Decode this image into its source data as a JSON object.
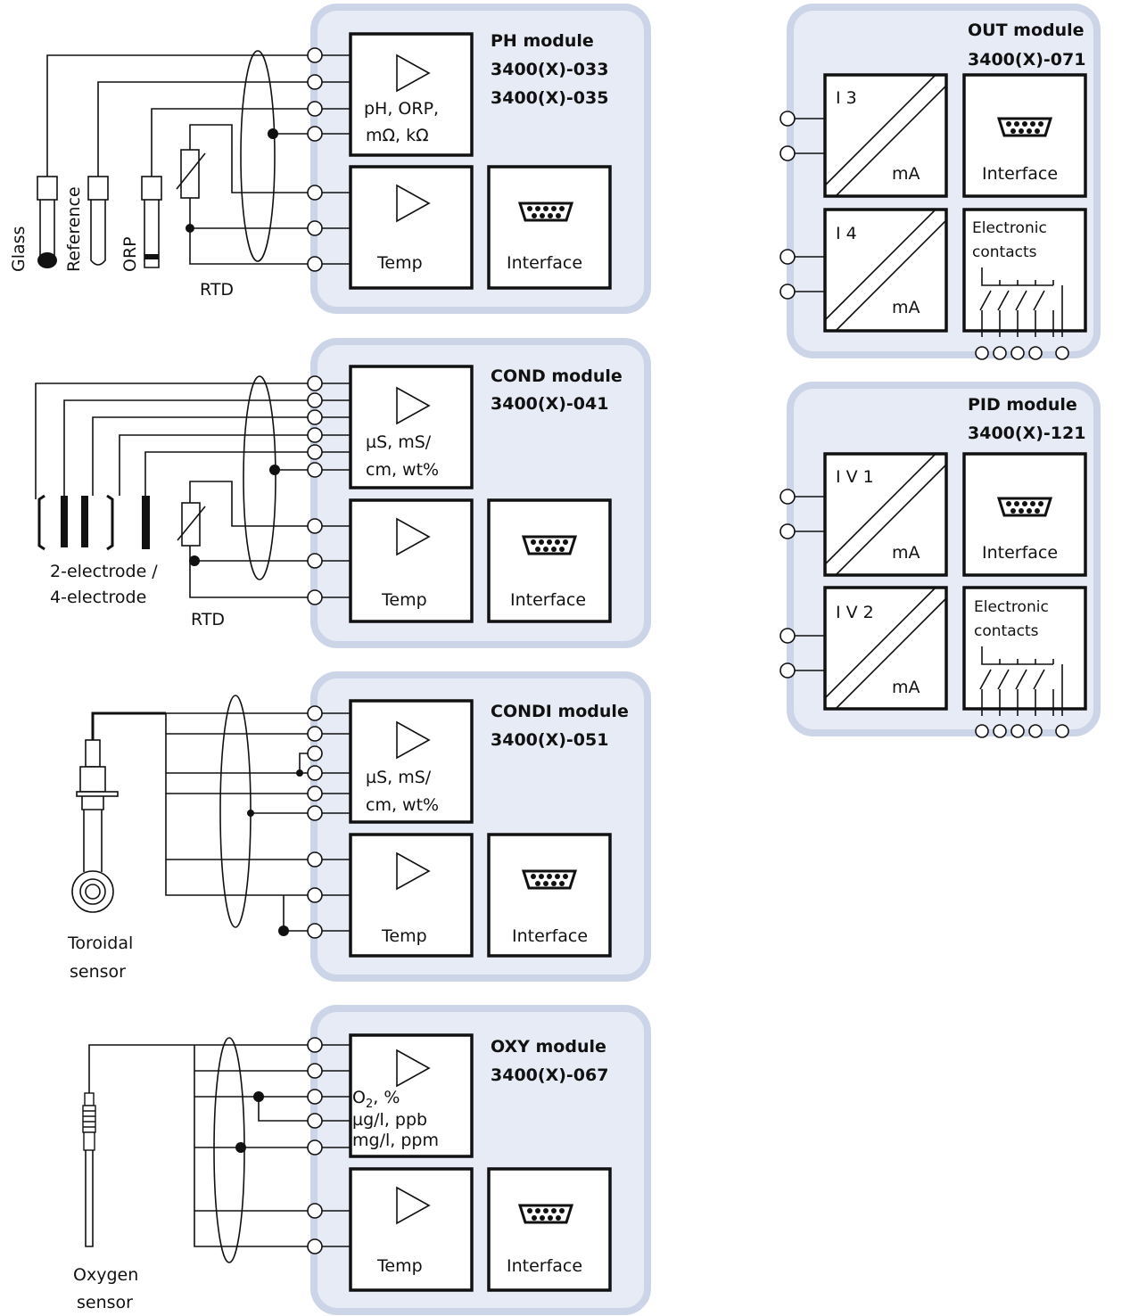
{
  "modules": {
    "ph": {
      "title": "PH module",
      "code1": "3400(X)-033",
      "code2": "3400(X)-035",
      "units1": "pH, ORP,",
      "units2": "mΩ, kΩ",
      "temp": "Temp",
      "interface": "Interface",
      "sensors": {
        "glass": "Glass",
        "reference": "Reference",
        "orp": "ORP",
        "rtd": "RTD"
      }
    },
    "cond": {
      "title": "COND module",
      "code": "3400(X)-041",
      "units1": "µS, mS/",
      "units2": "cm, wt%",
      "temp": "Temp",
      "interface": "Interface",
      "sensor1": "2-electrode /",
      "sensor2": "4-electrode",
      "rtd": "RTD"
    },
    "condi": {
      "title": "CONDI module",
      "code": "3400(X)-051",
      "units1": "µS, mS/",
      "units2": "cm, wt%",
      "temp": "Temp",
      "interface": "Interface",
      "sensor1": "Toroidal",
      "sensor2": "sensor"
    },
    "oxy": {
      "title": "OXY module",
      "code": "3400(X)-067",
      "units1_main": "O",
      "units1_sub": "2",
      "units1_rest": ", %",
      "units2": "µg/l, ppb",
      "units3": "mg/l, ppm",
      "temp": "Temp",
      "interface": "Interface",
      "sensor1": "Oxygen",
      "sensor2": "sensor"
    },
    "out": {
      "title": "OUT module",
      "code": "3400(X)-071",
      "ch1": "I 3",
      "ch2": "I 4",
      "unit": "mA",
      "interface": "Interface",
      "contacts1": "Electronic",
      "contacts2": "contacts"
    },
    "pid": {
      "title": "PID module",
      "code": "3400(X)-121",
      "ch1": "I V 1",
      "ch2": "I V 2",
      "unit": "mA",
      "interface": "Interface",
      "contacts1": "Electronic",
      "contacts2": "contacts"
    }
  }
}
